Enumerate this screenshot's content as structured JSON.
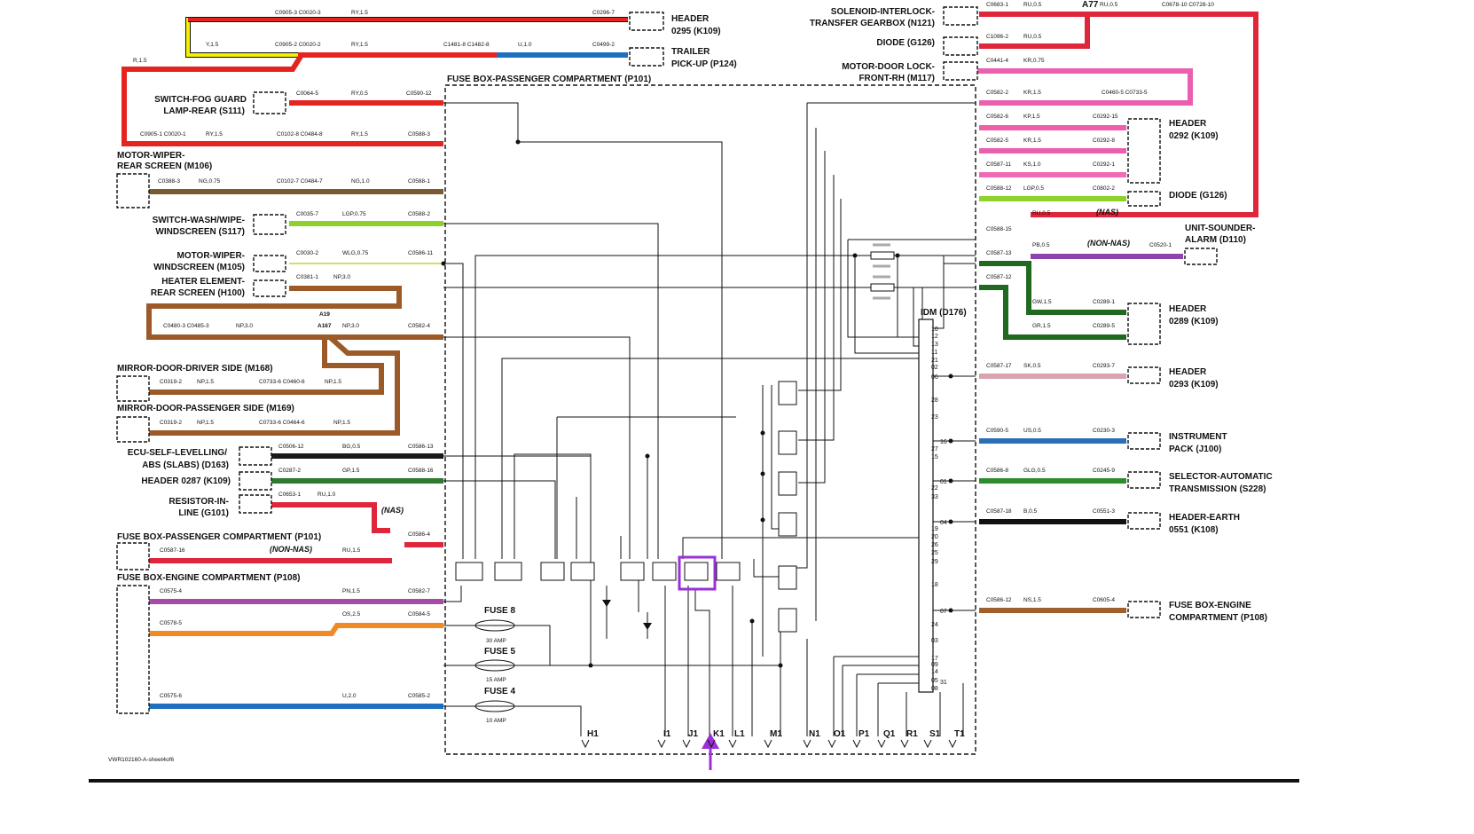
{
  "diagram": {
    "sheet_ref": "VWR102160-A-sheet4of6",
    "fuse_box_title": "FUSE BOX-PASSENGER COMPARTMENT (P101)",
    "idm_title": "IDM (D176)",
    "colors": {
      "RY": "#e52420",
      "Y": "#f5f000",
      "R": "#e52420",
      "U": "#1e6fbf",
      "N": "#8a5a2b",
      "NG": "#7a5a30",
      "LG": "#8ed12a",
      "NP": "#9b5a28",
      "BG": "#1a1a1a",
      "GP": "#2e7a2e",
      "RU": "#e0263a",
      "PN": "#a64ca6",
      "OS": "#f08a24",
      "KR": "#ea5fb0",
      "KP": "#f05fa8",
      "KS": "#f06bb4",
      "PB": "#8e44ad",
      "GW": "#2e7a2e",
      "GR": "#2e7a2e",
      "SK": "#d9a3b0",
      "US": "#2a6fb5",
      "GLG": "#2e8b2e",
      "B": "#111111",
      "NS": "#a0602e",
      "highlight": "#9b30d9"
    },
    "left_components": [
      {
        "label": "HEADER",
        "sub": "0295 (K109)"
      },
      {
        "label": "TRAILER",
        "sub": "PICK-UP (P124)"
      },
      {
        "label": "SWITCH-FOG GUARD",
        "sub": "LAMP-REAR (S111)"
      },
      {
        "label": "MOTOR-WIPER-",
        "sub": "REAR SCREEN (M106)"
      },
      {
        "label": "SWITCH-WASH/WIPE-",
        "sub": "WINDSCREEN (S117)"
      },
      {
        "label": "MOTOR-WIPER-",
        "sub": "WINDSCREEN (M105)"
      },
      {
        "label": "HEATER ELEMENT-",
        "sub": "REAR SCREEN (H100)"
      },
      {
        "label": "MIRROR-DOOR-DRIVER SIDE (M168)",
        "sub": ""
      },
      {
        "label": "MIRROR-DOOR-PASSENGER SIDE (M169)",
        "sub": ""
      },
      {
        "label": "ECU-SELF-LEVELLING/",
        "sub": "ABS (SLABS) (D163)"
      },
      {
        "label": "HEADER 0287 (K109)",
        "sub": ""
      },
      {
        "label": "RESISTOR-IN-",
        "sub": "LINE (G101)"
      },
      {
        "label": "FUSE BOX-PASSENGER COMPARTMENT (P101)",
        "sub": ""
      },
      {
        "label": "FUSE BOX-ENGINE COMPARTMENT (P108)",
        "sub": ""
      }
    ],
    "right_components": [
      {
        "label": "SOLENOID-INTERLOCK-",
        "sub": "TRANSFER GEARBOX (N121)"
      },
      {
        "label": "DIODE (G126)",
        "sub": ""
      },
      {
        "label": "MOTOR-DOOR LOCK-",
        "sub": "FRONT-RH (M117)"
      },
      {
        "label": "HEADER",
        "sub": "0292 (K109)"
      },
      {
        "label": "DIODE (G126)",
        "sub": ""
      },
      {
        "label": "UNIT-SOUNDER-",
        "sub": "ALARM (D110)"
      },
      {
        "label": "HEADER",
        "sub": "0289 (K109)"
      },
      {
        "label": "HEADER",
        "sub": "0293 (K109)"
      },
      {
        "label": "INSTRUMENT",
        "sub": "PACK (J100)"
      },
      {
        "label": "SELECTOR-AUTOMATIC",
        "sub": "TRANSMISSION (S228)"
      },
      {
        "label": "HEADER-EARTH",
        "sub": "0551 (K108)"
      },
      {
        "label": "FUSE BOX-ENGINE",
        "sub": "COMPARTMENT (P108)"
      }
    ],
    "left_wires": [
      {
        "c1": "C0905-3 C0020-3",
        "spec": "RY,1.5",
        "c2": "C0296-7"
      },
      {
        "c1": "C0905-2 C0020-2",
        "spec": "RY,1.5",
        "c2": "C1481-8 C1482-8",
        "spec2": "U,1.0",
        "c3": "C0499-2"
      },
      {
        "c1": "C0064-5",
        "spec": "RY,0.5",
        "c2": "C0590-12"
      },
      {
        "c1": "C0905-1 C0020-1",
        "spec": "RY,1.5",
        "c2": "C0102-8 C0484-8",
        "spec2": "RY,1.5",
        "c3": "C0588-3"
      },
      {
        "c1": "C0388-3",
        "spec": "NG,0.75",
        "c2": "C0102-7 C0484-7",
        "spec2": "NG,1.0",
        "c3": "C0588-1"
      },
      {
        "c1": "C0035-7",
        "spec": "LGP,0.75",
        "c2": "C0588-2"
      },
      {
        "c1": "C0030-2",
        "spec": "WLG,0.75",
        "c2": "C0586-11"
      },
      {
        "c1": "C0381-1",
        "spec": "NP,3.0"
      },
      {
        "c1": "C0480-3 C0485-3",
        "spec": "NP,3.0",
        "c2": "A19",
        "c2b": "A167",
        "spec2": "NP,3.0",
        "c3": "C0582-4"
      },
      {
        "c1": "C0319-2",
        "spec": "NP,1.5",
        "c2": "C0733-6 C0460-6",
        "spec2": "NP,1.5"
      },
      {
        "c1": "C0319-2",
        "spec": "NP,1.5",
        "c2": "C0733-6 C0464-6",
        "spec2": "NP,1.5"
      },
      {
        "c1": "C0506-12",
        "spec": "BG,0.5",
        "c2": "C0586-13"
      },
      {
        "c1": "C0287-2",
        "spec": "GP,1.5",
        "c2": "C0588-16"
      },
      {
        "c1": "C0653-1",
        "spec": "RU,1.0",
        "c2": "C0586-4"
      },
      {
        "c1": "C0587-16",
        "spec": "RU,1.5"
      },
      {
        "c1": "C0575-4",
        "spec": "PN,1.5",
        "c2": "C0582-7"
      },
      {
        "c1": "C0578-5",
        "spec": "OS,2.5",
        "c2": "C0584-5"
      },
      {
        "c1": "C0575-6",
        "spec": "U,2.0",
        "c2": "C0585-2"
      }
    ],
    "misc_labels": {
      "y15": "Y,1.5",
      "r15": "R,1.5",
      "nas": "(NAS)",
      "non_nas": "(NON-NAS)",
      "a77": "A77",
      "ru05a": "RU,0.5",
      "ru05b": "RU,0.5",
      "ru05c": "RU,0.5"
    },
    "right_wires": [
      {
        "c1": "C0683-1",
        "c2": "C0678-10 C0728-10"
      },
      {
        "c1": "C1096-2"
      },
      {
        "c1": "C0441-4",
        "spec": "KR,0.75"
      },
      {
        "c1": "C0582-2",
        "spec": "KR,1.5",
        "c2": "C0460-5 C0733-5"
      },
      {
        "c1": "C0582-6",
        "spec": "KP,1.5",
        "c2": "C0292-15"
      },
      {
        "c1": "C0582-5",
        "spec": "KR,1.5",
        "c2": "C0292-8"
      },
      {
        "c1": "C0587-11",
        "spec": "KS,1.0",
        "c2": "C0292-1"
      },
      {
        "c1": "C0588-12",
        "spec": "LGP,0.5",
        "c2": "C0802-2"
      },
      {
        "c1": "C0588-15",
        "spec": "RU,0.5"
      },
      {
        "c1": "C0587-13",
        "spec": "PB,0.5",
        "c2": "C0520-1"
      },
      {
        "c1": "C0587-12",
        "spec": "GW,1.5",
        "c2": "C0289-1"
      },
      {
        "spec": "GR,1.5",
        "c2": "C0289-5"
      },
      {
        "c1": "C0587-17",
        "spec": "SK,0.5",
        "c2": "C0293-7"
      },
      {
        "c1": "C0590-5",
        "spec": "US,0.5",
        "c2": "C0230-3"
      },
      {
        "c1": "C0586-8",
        "spec": "GLG,0.5",
        "c2": "C0245-9"
      },
      {
        "c1": "C0587-18",
        "spec": "B,0.5",
        "c2": "C0551-3"
      },
      {
        "c1": "C0586-12",
        "spec": "NS,1.5",
        "c2": "C0605-4"
      }
    ],
    "idm_pins": [
      "10",
      "12",
      "13",
      "11",
      "21",
      "02",
      "06",
      "28",
      "23",
      "27",
      "15",
      "22",
      "33",
      "19",
      "20",
      "26",
      "25",
      "29",
      "18",
      "24",
      "03",
      "17",
      "09",
      "14",
      "05",
      "08",
      "31",
      "16",
      "01",
      "04",
      "07"
    ],
    "fuses": [
      {
        "name": "FUSE 8",
        "rating": "30 AMP"
      },
      {
        "name": "FUSE 5",
        "rating": "15 AMP"
      },
      {
        "name": "FUSE 4",
        "rating": "10 AMP"
      }
    ],
    "bottom_terminals": [
      "H1",
      "I1",
      "J1",
      "K1",
      "L1",
      "M1",
      "N1",
      "O1",
      "P1",
      "Q1",
      "R1",
      "S1",
      "T1"
    ]
  }
}
